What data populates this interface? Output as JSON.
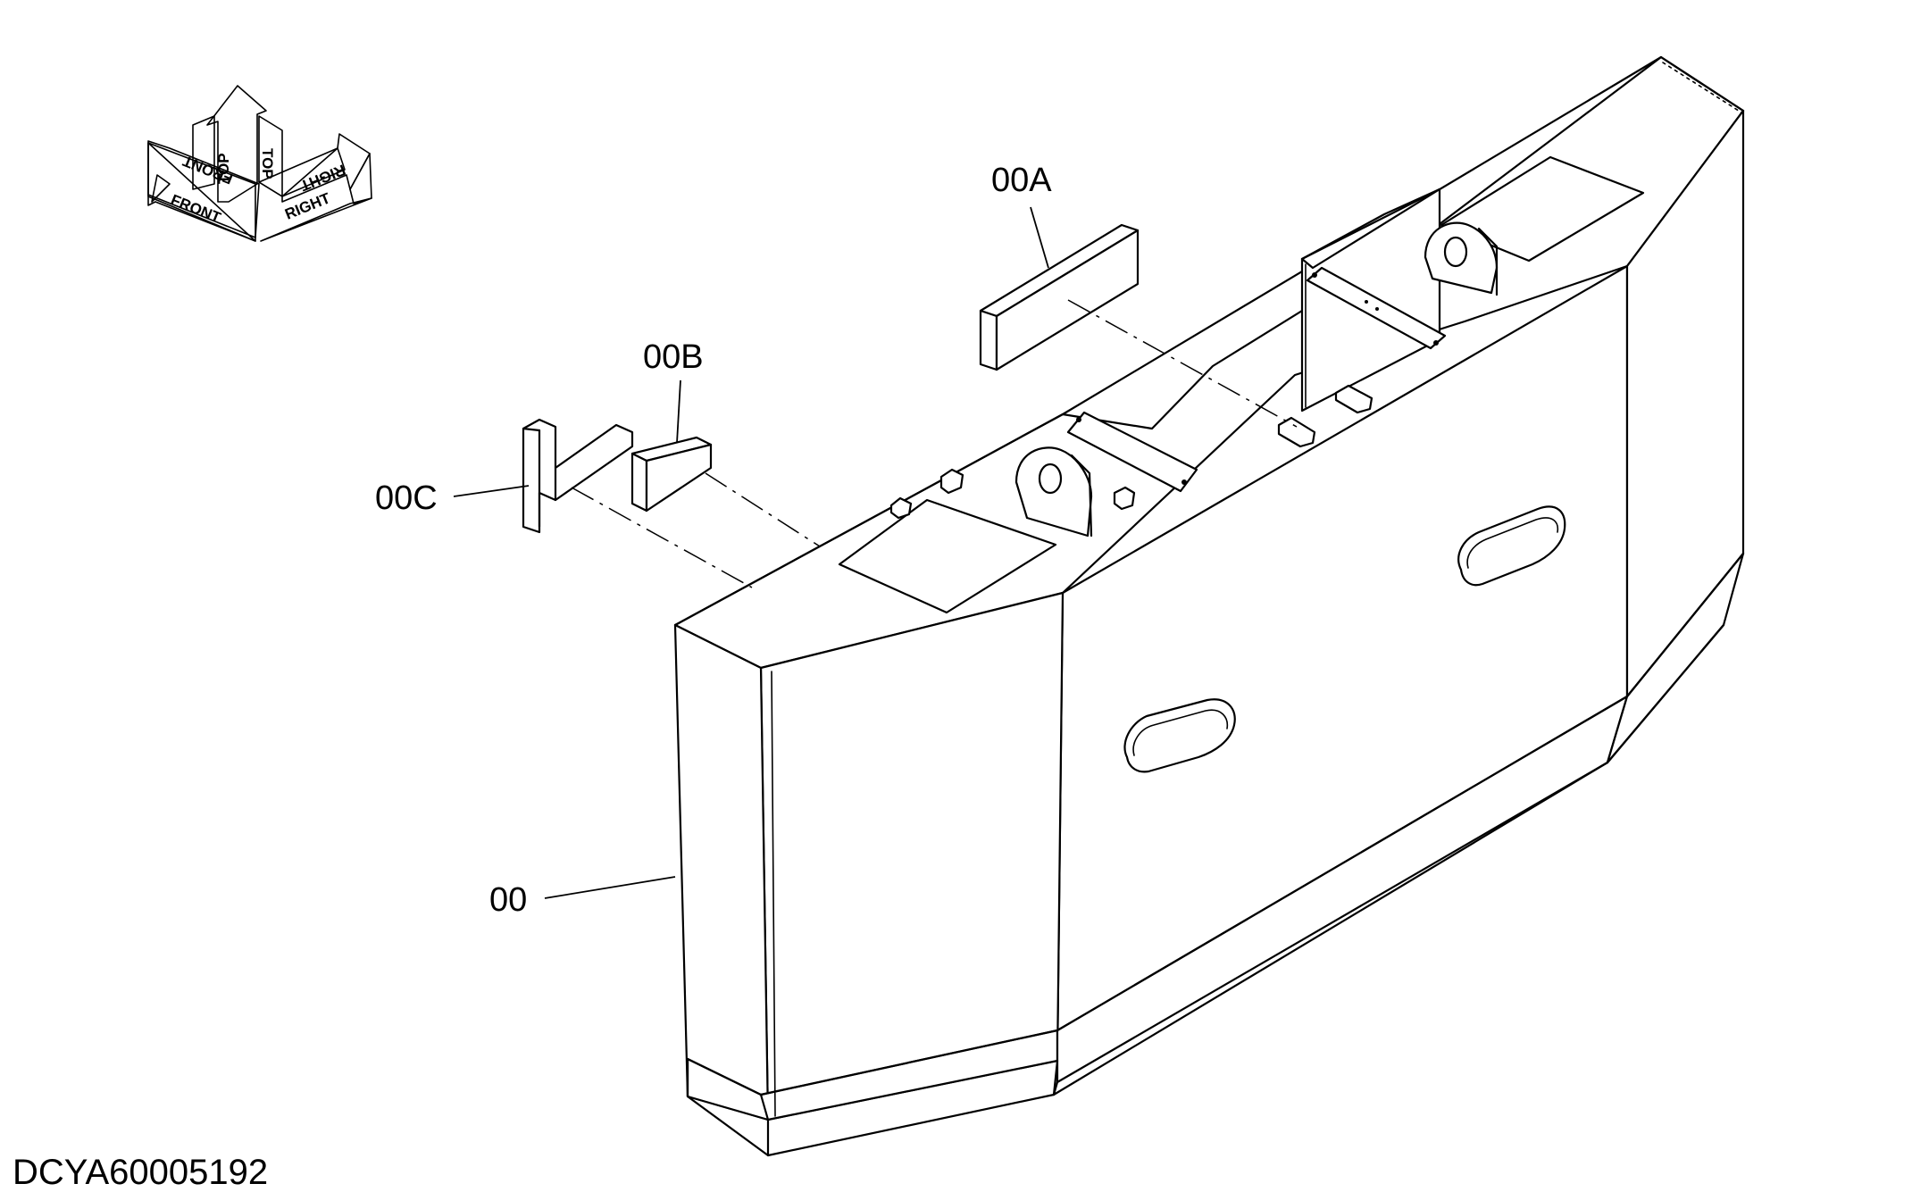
{
  "drawing": {
    "code": "DCYA60005192",
    "part_labels": {
      "main": "00",
      "plate_a": "00A",
      "plate_b": "00B",
      "plate_c": "00C"
    },
    "orientation": {
      "front": "FRONT",
      "top": "TOP",
      "right": "RIGHT"
    }
  }
}
